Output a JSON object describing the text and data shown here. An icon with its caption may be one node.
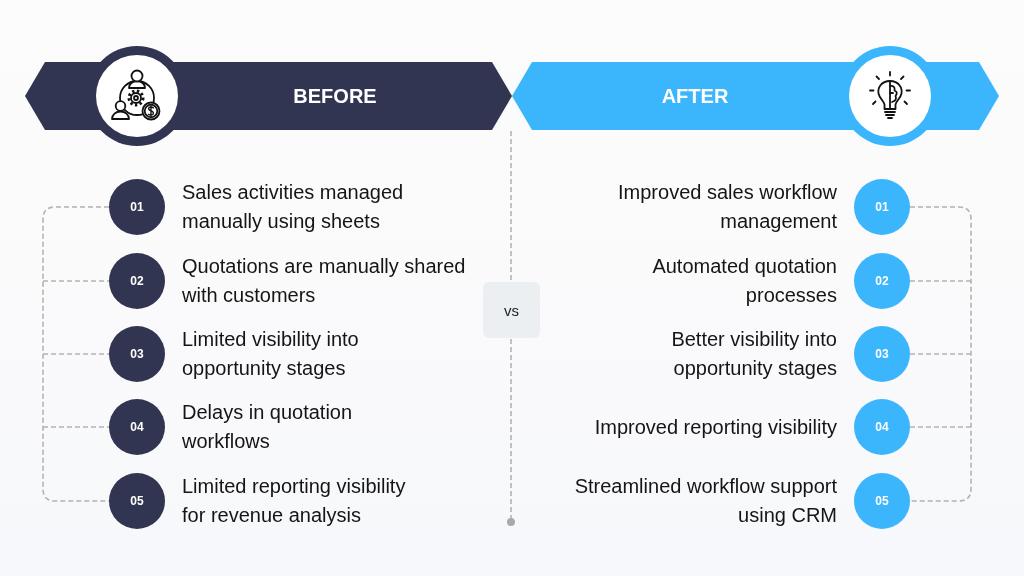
{
  "diagram": {
    "nodes": [
      {
        "text": [
          "BEFORE"
        ]
      },
      {
        "text": [
          "AFTER"
        ]
      },
      {
        "text": [
          "01"
        ],
        "beside": [
          "Sales activities managed manually using sheets"
        ]
      },
      {
        "text": [
          "02"
        ],
        "beside": [
          "Quotations are manually shared with customers"
        ]
      },
      {
        "text": [
          "03"
        ],
        "beside": [
          "Limited visibility into opportunity stages"
        ]
      },
      {
        "text": [
          "04"
        ],
        "beside": [
          "Delays in quotation workflows"
        ]
      },
      {
        "text": [
          "05"
        ],
        "beside": [
          "Limited reporting visibility for revenue analysis"
        ]
      },
      {
        "text": [
          "vs"
        ]
      },
      {
        "text": [
          "01"
        ],
        "beside": [
          "Improved sales workflow management"
        ]
      },
      {
        "text": [
          "02"
        ],
        "beside": [
          "Automated quotation processes"
        ]
      },
      {
        "text": [
          "03"
        ],
        "beside": [
          "Better visibility into opportunity stages"
        ]
      },
      {
        "text": [
          "04"
        ],
        "beside": [
          "Improved reporting visibility"
        ]
      },
      {
        "text": [
          "05"
        ],
        "beside": [
          "Streamlined workflow support using CRM"
        ]
      }
    ]
  }
}
